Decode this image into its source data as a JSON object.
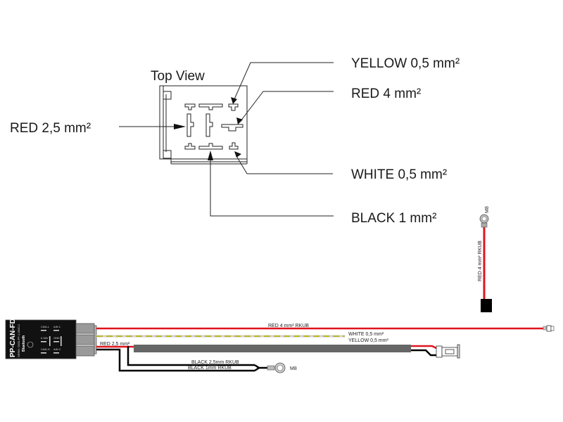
{
  "connector_diagram": {
    "title": "Top View",
    "labels": {
      "yellow": "YELLOW 0,5 mm²",
      "red4": "RED 4 mm²",
      "red25": "RED 2,5 mm²",
      "white": "WHITE 0,5 mm²",
      "black": "BLACK 1 mm²"
    }
  },
  "ground_cable": {
    "label": "RED 4 mm² RKUB",
    "terminal": "M8"
  },
  "harness": {
    "device": {
      "name": "PP-CAN-FD",
      "subtitle": "SERIE: 0000-PP-1-0000-1",
      "brand": "Bluetooth",
      "pins": [
        "CAN-L",
        "AIN 1",
        "0-30V",
        "GND",
        "CAN-H",
        "AIN 2"
      ]
    },
    "wires": {
      "red4": "RED 4 mm² RKUB",
      "white": "WHITE 0,5 mm²",
      "yellow": "YELLOW 0,5 mm²",
      "red25": "RED 2,5 mm²",
      "black25": "BLACK 2,5mm RKUB",
      "black1": "BLACK 1mm RKUB",
      "ring_terminal": "M8"
    }
  },
  "colors": {
    "red": "#e0141e",
    "black": "#000000",
    "yellow": "#c8c200",
    "white_wire": "#e6e6e6",
    "sheath": "#666666",
    "connector": "#9a9a9a"
  }
}
